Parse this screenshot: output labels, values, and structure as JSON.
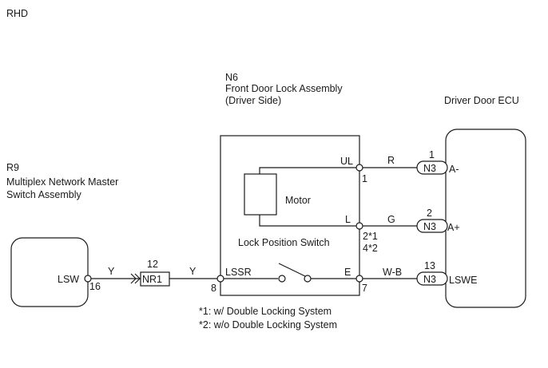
{
  "diagram": {
    "variant_label": "RHD",
    "components": {
      "front_door_lock": {
        "code": "N6",
        "name_line1": "Front Door Lock Assembly",
        "name_line2": "(Driver Side)",
        "motor_label": "Motor",
        "switch_label": "Lock Position Switch",
        "terminals": {
          "ul": {
            "name": "UL",
            "pin": "1"
          },
          "l": {
            "name": "L",
            "pin_line1": "2*1",
            "pin_line2": "4*2"
          },
          "e": {
            "name": "E",
            "pin": "7"
          },
          "lssr": {
            "name": "LSSR",
            "pin": "8"
          }
        }
      },
      "master_switch": {
        "code": "R9",
        "name_line1": "Multiplex Network Master",
        "name_line2": "Switch Assembly",
        "terminal": {
          "name": "LSW",
          "pin": "16"
        }
      },
      "driver_door_ecu": {
        "name": "Driver Door ECU",
        "terminals": [
          {
            "name": "A-",
            "connector": "N3",
            "pin": "1",
            "wire_color": "R"
          },
          {
            "name": "A+",
            "connector": "N3",
            "pin": "2",
            "wire_color": "G"
          },
          {
            "name": "LSWE",
            "connector": "N3",
            "pin": "13",
            "wire_color": "W-B"
          }
        ]
      },
      "junction_connector": {
        "code": "NR1",
        "pin": "12"
      }
    },
    "wires": {
      "lsw_to_nr1": "Y",
      "nr1_to_lssr": "Y"
    },
    "notes": [
      "*1: w/ Double Locking System",
      "*2: w/o Double Locking System"
    ]
  }
}
